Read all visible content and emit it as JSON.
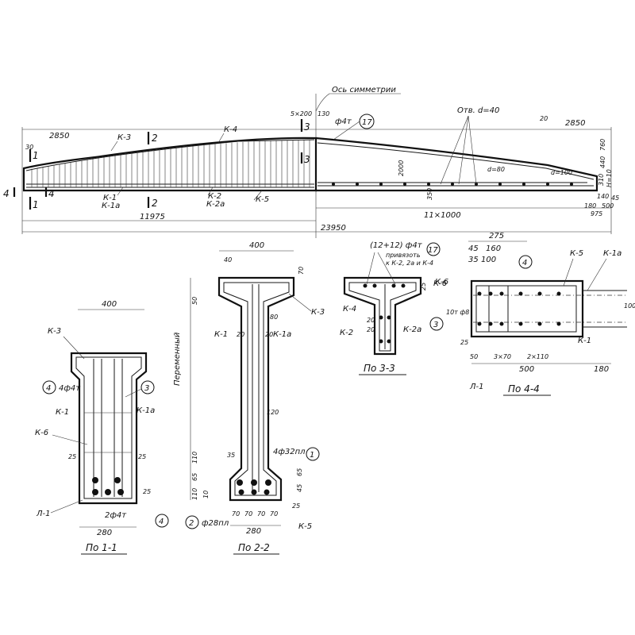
{
  "elevation": {
    "axis_label": "Ось симметрии",
    "dims_top": [
      "2850",
      "2850",
      "5×200",
      "130",
      "20"
    ],
    "dims_left": [
      "30"
    ],
    "dims_right": [
      "760",
      "440",
      "H=10"
    ],
    "dims_bottom": [
      "11975",
      "23950",
      "11×1000",
      "975",
      "180",
      "140",
      "500",
      "45"
    ],
    "heights": [
      "2000",
      "350",
      "310"
    ],
    "cage_labels": [
      "К-3",
      "К-4",
      "К-1",
      "К-1а",
      "К-2",
      "К-2а",
      "К-5"
    ],
    "section_marks": [
      "1",
      "1",
      "2",
      "2",
      "3",
      "3",
      "4",
      "4"
    ],
    "rebar_17": "ф4т",
    "holes": "Отв. d=40",
    "d80": "d=80",
    "d100": "d=100",
    "callout_17": "17"
  },
  "section_1_1": {
    "title": "По 1-1",
    "width_top": "400",
    "width_bottom": "280",
    "labels": [
      "К-3",
      "К-1",
      "К-1а",
      "К-6",
      "Л-1"
    ],
    "rebar_4_top": "4ф4т",
    "rebar_4_bottom": "2ф4т",
    "dims": [
      "25",
      "25",
      "25"
    ],
    "callouts": [
      "4",
      "3",
      "4"
    ]
  },
  "section_2_2": {
    "title": "По 2-2",
    "width_top": "400",
    "width_bottom": "280",
    "vertical_label": "Переменный",
    "dims": [
      "40",
      "70",
      "50",
      "80",
      "20",
      "20",
      "120",
      "35",
      "110",
      "65",
      "110",
      "10",
      "25",
      "70",
      "70",
      "70",
      "70",
      "45",
      "65"
    ],
    "labels": [
      "К-3",
      "К-1",
      "К-1а",
      "К-5"
    ],
    "rebar_1": "4ф32пл",
    "rebar_2": "ф28пл",
    "callouts": [
      "1",
      "2"
    ]
  },
  "section_3_3": {
    "title": "По 3-3",
    "rebar": "(12+12) ф4т",
    "note_line1": "привязоть",
    "note_line2": "к К-2, 2а и К-4",
    "labels": [
      "К-6",
      "К-4",
      "К-2",
      "К-2а"
    ],
    "dims": [
      "25",
      "20",
      "20"
    ],
    "callout": "17"
  },
  "section_4_4": {
    "title": "По 4-4",
    "dims_top": [
      "275",
      "45",
      "160",
      "35",
      "100"
    ],
    "dims_bottom": [
      "50",
      "3×70",
      "2×110",
      "500",
      "180",
      "25"
    ],
    "labels": [
      "К-5",
      "К-1а",
      "К-6",
      "К-1",
      "Л-1"
    ],
    "rebar_3": "10т ф8",
    "side_dim": "100",
    "callouts": [
      "4",
      "3"
    ]
  }
}
